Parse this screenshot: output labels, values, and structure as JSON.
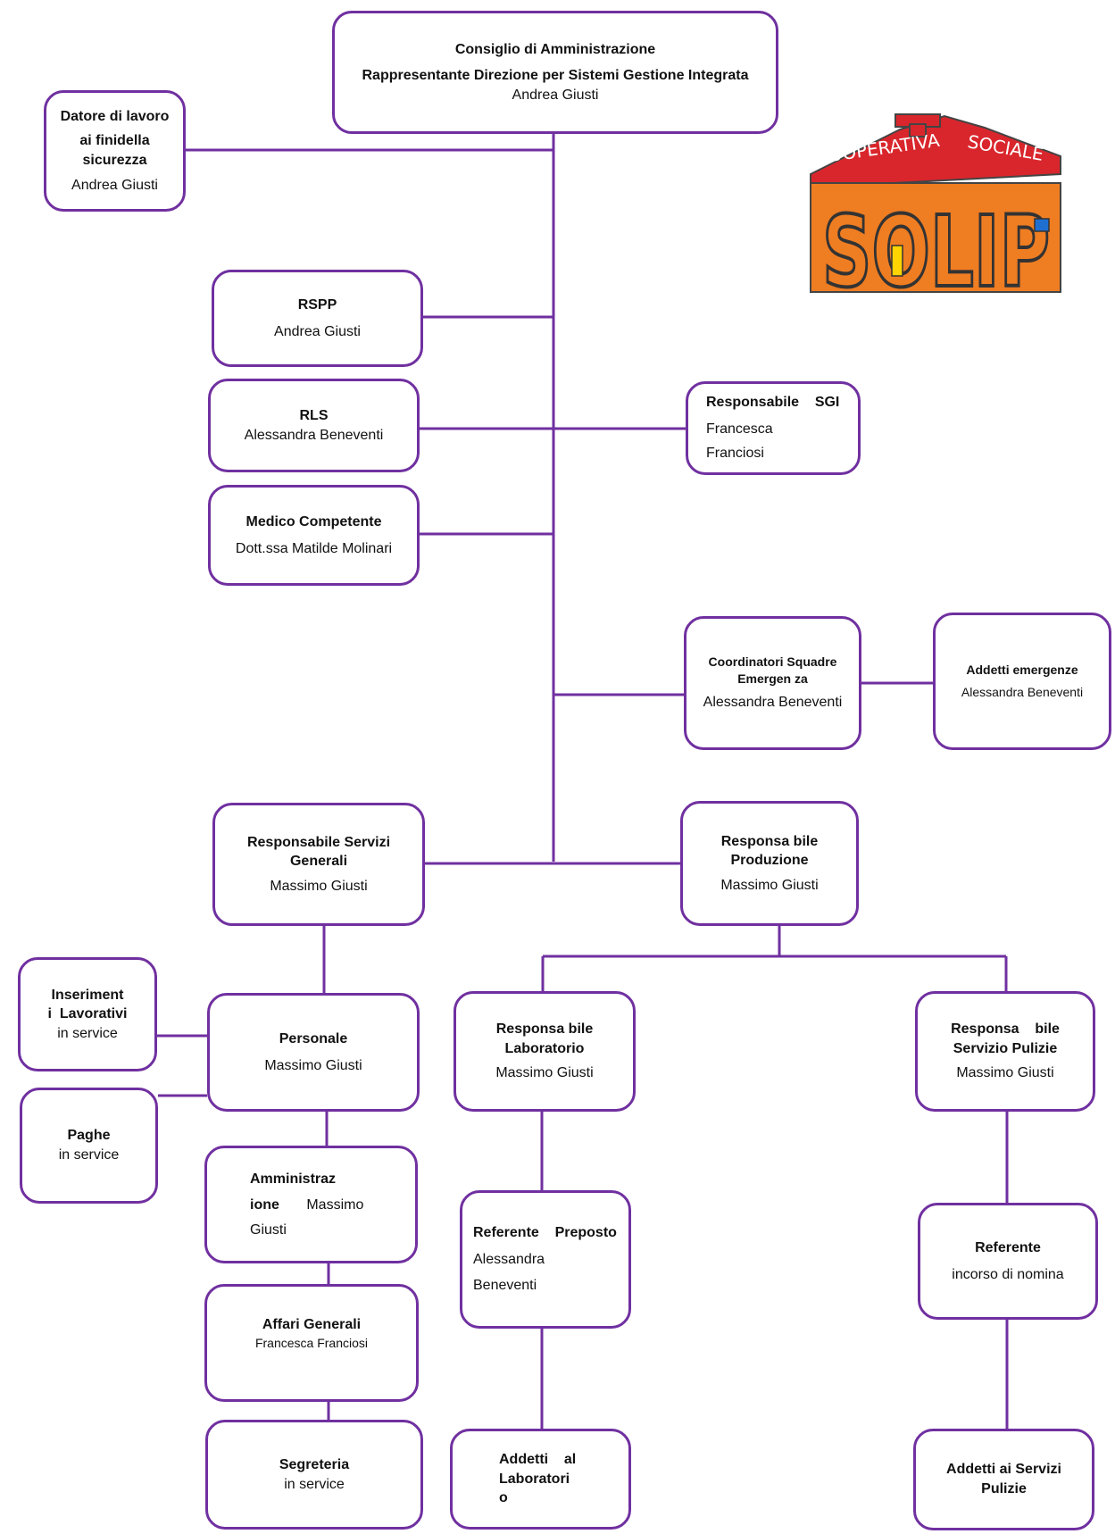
{
  "board": {
    "title": "Consiglio di Amministrazione",
    "subtitle": "Rappresentante Direzione per Sistemi Gestione Integrata",
    "name": "Andrea Giusti"
  },
  "datore": {
    "title1": "Datore di lavoro",
    "title2": "ai finidella sicurezza",
    "name": "Andrea Giusti"
  },
  "rspp": {
    "title": "RSPP",
    "name": "Andrea Giusti"
  },
  "rls": {
    "title": "RLS",
    "name": "Alessandra Beneventi"
  },
  "medico": {
    "title": "Medico Competente",
    "name": "Dott.ssa Matilde Molinari"
  },
  "sgi": {
    "title": "Responsabile    SGI",
    "name1": "Francesca",
    "name2": "Franciosi"
  },
  "coord": {
    "title": "Coordinatori Squadre Emergen za",
    "name": "Alessandra Beneventi"
  },
  "addetti_em": {
    "title": "Addetti emergenze",
    "name": "Alessandra Beneventi"
  },
  "servizi_gen": {
    "title": "Responsabile Servizi Generali",
    "name": "Massimo Giusti"
  },
  "produzione": {
    "title": "Responsa bile Produzione",
    "name": "Massimo Giusti"
  },
  "inserimenti": {
    "title1": "Inseriment",
    "title2": "i  Lavorativi",
    "name": "in service"
  },
  "paghe": {
    "title": "Paghe",
    "name": "in service"
  },
  "personale": {
    "title": "Personale",
    "name": "Massimo Giusti"
  },
  "amministrazione": {
    "title1": "Amministraz",
    "title2": "ione",
    "name1": "Massimo",
    "name2": "Giusti"
  },
  "affari": {
    "title": "Affari Generali",
    "name": "Francesca Franciosi"
  },
  "segreteria": {
    "title": "Segreteria",
    "name": "in service"
  },
  "laboratorio": {
    "title": "Responsa bile Laboratorio",
    "name": "Massimo Giusti"
  },
  "referente_preposto": {
    "title": "Referente    Preposto",
    "name1": "Alessandra",
    "name2": "Beneventi"
  },
  "addetti_lab": {
    "title1": "Addetti    al",
    "title2": "Laboratori",
    "title3": "o"
  },
  "pulizie": {
    "title": "Responsa    bile Servizio Pulizie",
    "name": "Massimo Giusti"
  },
  "referente": {
    "title": "Referente",
    "name": "incorso di nomina"
  },
  "addetti_pulizie": {
    "title": "Addetti ai Servizi Pulizie"
  },
  "logo": {
    "top": "COOPERATIVA",
    "top2": "SOCIALE",
    "main": "SOLIP"
  },
  "colors": {
    "border": "#7030a0",
    "logo_red": "#d9262c",
    "logo_orange": "#ef7d22"
  }
}
